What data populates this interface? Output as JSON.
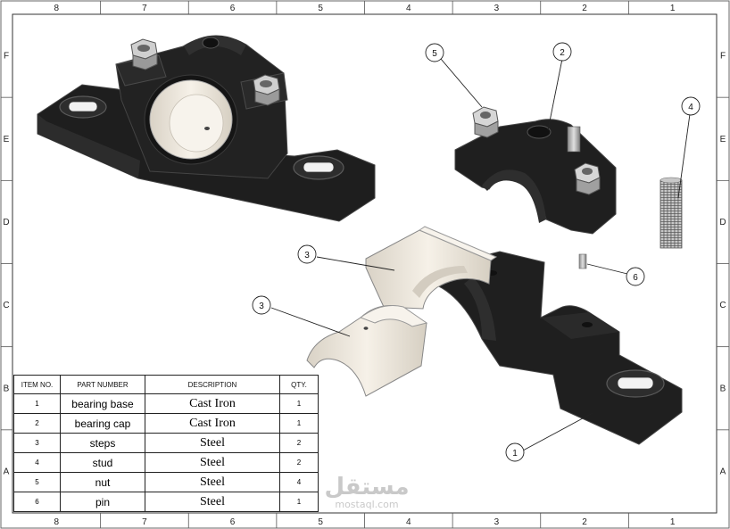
{
  "zones": {
    "columns": [
      "8",
      "7",
      "6",
      "5",
      "4",
      "3",
      "2",
      "1"
    ],
    "rows": [
      "F",
      "E",
      "D",
      "C",
      "B",
      "A"
    ]
  },
  "balloons": [
    "1",
    "2",
    "3",
    "3",
    "4",
    "5",
    "6"
  ],
  "bom": {
    "headers": {
      "item": "ITEM NO.",
      "part": "PART NUMBER",
      "desc": "DESCRIPTION",
      "qty": "QTY."
    },
    "rows": [
      {
        "item": "1",
        "part": "bearing base",
        "desc": "Cast Iron",
        "qty": "1"
      },
      {
        "item": "2",
        "part": "bearing cap",
        "desc": "Cast Iron",
        "qty": "1"
      },
      {
        "item": "3",
        "part": "steps",
        "desc": "Steel",
        "qty": "2"
      },
      {
        "item": "4",
        "part": "stud",
        "desc": "Steel",
        "qty": "2"
      },
      {
        "item": "5",
        "part": "nut",
        "desc": "Steel",
        "qty": "4"
      },
      {
        "item": "6",
        "part": "pin",
        "desc": "Steel",
        "qty": "1"
      }
    ]
  },
  "watermark": {
    "main": "مستقل",
    "sub": "mostaql.com"
  },
  "colors": {
    "body": "#1e1e1e",
    "body_edge": "#3a3a3a",
    "bushing": "#efe9df",
    "metal": "#b8b8b8",
    "frame": "#555555"
  }
}
